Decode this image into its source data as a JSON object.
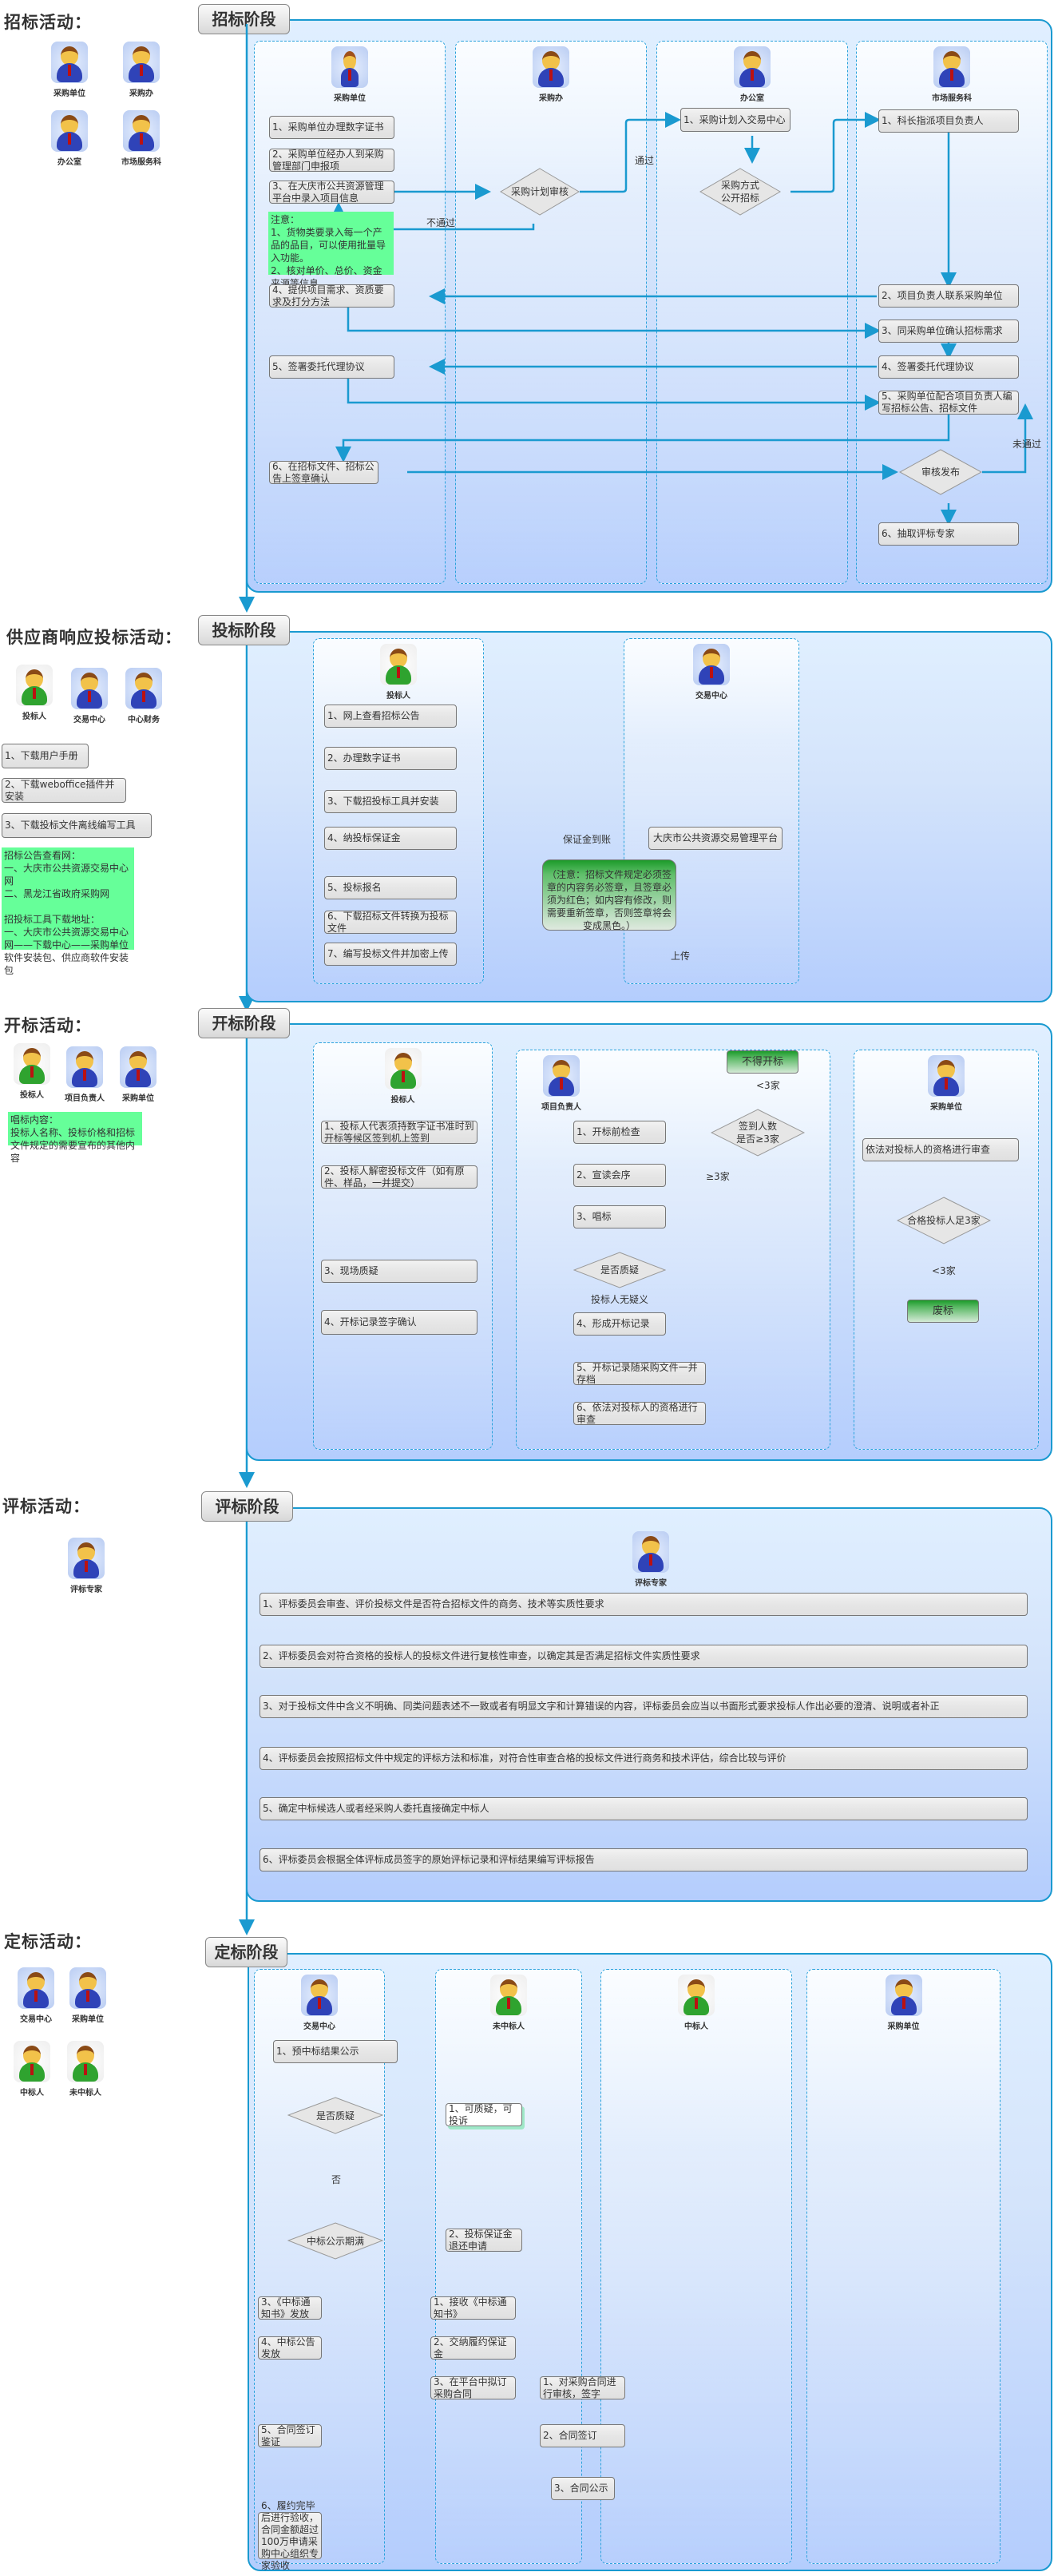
{
  "colors": {
    "accent": "#1a9ad0",
    "note_green": "#66ff99",
    "box_gray": "#e6e6e6",
    "panel_bottom": "#b4cdfd"
  },
  "zhaobiao": {
    "side_title": "招标活动：",
    "roles": [
      "采购单位",
      "采购办",
      "办公室",
      "市场服务科"
    ],
    "stage": "招标阶段",
    "lanes": [
      "采购单位",
      "采购办",
      "办公室",
      "市场服务科"
    ],
    "unit": [
      "1、采购单位办理数字证书",
      "2、采购单位经办人到采购管理部门申报项",
      "3、在大庆市公共资源管理平台中录入项目信息",
      "4、提供项目需求、资质要求及打分方法",
      "5、签署委托代理协议",
      "6、在招标文件、招标公告上签章确认"
    ],
    "note": "注意：\n1、货物类要录入每一个产品的品目，可以使用批量导入功能。\n2、核对单价、总价、资金来源等信息",
    "office_review": "采购计划审核",
    "pass": "通过",
    "fail": "不通过",
    "bgs_step1": "1、采购计划入交易中心",
    "bgs_decision": "采购方式\n公开招标",
    "market": [
      "1、科长指派项目负责人",
      "2、项目负责人联系采购单位",
      "3、同采购单位确认招标需求",
      "4、签署委托代理协议",
      "5、采购单位配合项目负责人编写招标公告、招标文件",
      "6、抽取评标专家"
    ],
    "publish_review": "审核发布",
    "not_passed": "未通过"
  },
  "toubiao": {
    "side_title": "供应商响应投标活动：",
    "roles": [
      "投标人",
      "交易中心",
      "中心财务"
    ],
    "downloads": [
      "1、下载用户手册",
      "2、下载weboffice插件并安装",
      "3、下载投标文件离线编写工具"
    ],
    "note": "招标公告查看网：\n一、大庆市公共资源交易中心网\n二、黑龙江省政府采购网\n\n招投标工具下载地址：\n一、大庆市公共资源交易中心网——下载中心——采购单位软件安装包、供应商软件安装包",
    "stage": "投标阶段",
    "lanes": [
      "投标人",
      "交易中心"
    ],
    "steps": [
      "1、网上查看招标公告",
      "2、办理数字证书",
      "3、下载招投标工具并安装",
      "4、纳投标保证金",
      "5、投标报名",
      "6、下载招标文件转换为投标文件",
      "7、编写投标文件并加密上传"
    ],
    "platform": "大庆市公共资源交易管理平台",
    "deposit_label": "保证金到账",
    "upload_label": "上传",
    "bubble": "（注意：招标文件规定必须签章的内容务必签章，且签章必须为红色；如内容有修改，则需要重新签章，否则签章将会变成黑色。）"
  },
  "kaibiao": {
    "side_title": "开标活动：",
    "roles": [
      "投标人",
      "项目负责人",
      "采购单位"
    ],
    "note": "唱标内容：\n投标人名称、投标价格和招标文件规定的需要宣布的其他内容",
    "stage": "开标阶段",
    "lanes": [
      "投标人",
      "项目负责人",
      "采购单位"
    ],
    "bidder": [
      "1、投标人代表须持数字证书准时到开标等候区签到机上签到",
      "2、投标人解密投标文件（如有原件、样品，一并提交）",
      "3、现场质疑",
      "4、开标记录签字确认"
    ],
    "pm": [
      "1、开标前检查",
      "2、宣读会序",
      "3、唱标",
      "4、形成开标记录",
      "5、开标记录随采购文件一并存档",
      "6、依法对投标人的资格进行审查"
    ],
    "no_open": "不得开标",
    "lt3": "<3家",
    "ge3": "≥3家",
    "signin_decision": "签到人数\n是否≥3家",
    "question_decision": "是否质疑",
    "no_objection": "投标人无疑义",
    "unit_review": "依法对投标人的资格进行审查",
    "qualified_decision": "合格投标人足3家",
    "unit_lt3": "<3家",
    "void": "废标"
  },
  "pingbiao": {
    "side_title": "评标活动：",
    "roles": [
      "评标专家"
    ],
    "stage": "评标阶段",
    "lane": "评标专家",
    "steps": [
      "1、评标委员会审查、评价投标文件是否符合招标文件的商务、技术等实质性要求",
      "2、评标委员会对符合资格的投标人的投标文件进行复核性审查，以确定其是否满足招标文件实质性要求",
      "3、对于投标文件中含义不明确、同类问题表述不一致或者有明显文字和计算错误的内容，评标委员会应当以书面形式要求投标人作出必要的澄清、说明或者补正",
      "4、评标委员会按照招标文件中规定的评标方法和标准，对符合性审查合格的投标文件进行商务和技术评估，综合比较与评价",
      "5、确定中标候选人或者经采购人委托直接确定中标人",
      "6、评标委员会根据全体评标成员签字的原始评标记录和评标结果编写评标报告"
    ]
  },
  "dingbiao": {
    "side_title": "定标活动：",
    "roles": [
      "交易中心",
      "采购单位",
      "中标人",
      "未中标人"
    ],
    "stage": "定标阶段",
    "lanes": [
      "交易中心",
      "未中标人",
      "中标人",
      "采购单位"
    ],
    "center": [
      "1、预中标结果公示",
      "3、《中标通知书》发放",
      "4、中标公告发放",
      "5、合同签订鉴证",
      "6、履约完毕后进行验收，合同金额超过100万申请采购中心组织专家验收"
    ],
    "question_decision": "是否质疑",
    "no": "否",
    "expire_decision": "中标公示期满",
    "loser": [
      "1、可质疑，可投诉",
      "2、投标保证金退还申请"
    ],
    "winner": [
      "1、接收《中标通知书》",
      "2、交纳履约保证金",
      "3、在平台中拟订采购合同"
    ],
    "unit": [
      "1、对采购合同进行审核，签字",
      "2、合同签订",
      "3、合同公示"
    ]
  }
}
